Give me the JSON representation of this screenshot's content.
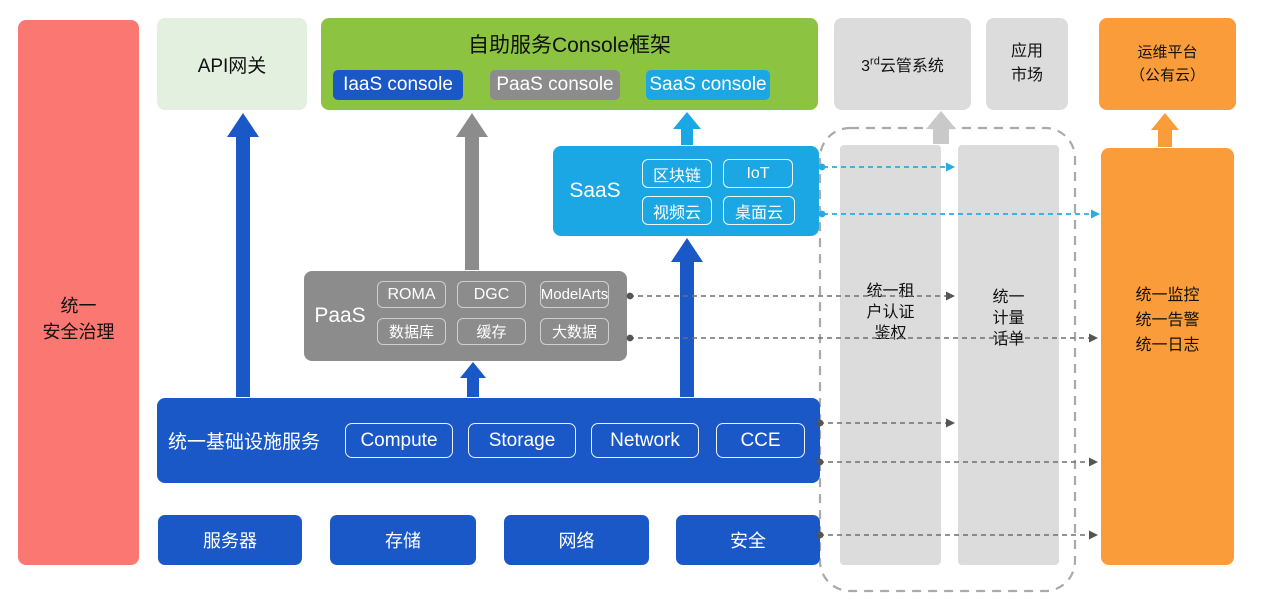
{
  "diagram": {
    "security_bar": {
      "lines": [
        "统一",
        "安全治理"
      ]
    },
    "api_gateway": {
      "label": "API网关"
    },
    "console_frame": {
      "title": "自助服务Console框架",
      "consoles": [
        {
          "label": "IaaS console",
          "color": "#1a58c8"
        },
        {
          "label": "PaaS console",
          "color": "#8c8c8c"
        },
        {
          "label": "SaaS console",
          "color": "#1ba7e3"
        }
      ]
    },
    "third_party": {
      "prefix": "3",
      "sup": "rd",
      "suffix": "云管系统"
    },
    "app_market": {
      "lines": [
        "应用",
        "市场"
      ]
    },
    "ops_platform": {
      "lines": [
        "运维平台",
        "（公有云）"
      ]
    },
    "saas": {
      "label": "SaaS",
      "services": [
        "区块链",
        "IoT",
        "视频云",
        "桌面云"
      ]
    },
    "paas": {
      "label": "PaaS",
      "services": [
        "ROMA",
        "DGC",
        "ModelArts",
        "数据库",
        "缓存",
        "大数据"
      ]
    },
    "iaas": {
      "label": "统一基础设施服务",
      "services": [
        "Compute",
        "Storage",
        "Network",
        "CCE"
      ]
    },
    "hardware": [
      "服务器",
      "存储",
      "网络",
      "安全"
    ],
    "tenant_auth": {
      "lines": [
        "统一租",
        "户认证",
        "鉴权"
      ]
    },
    "metering": {
      "lines": [
        "统一",
        "计量",
        "话单"
      ]
    },
    "monitoring": {
      "lines": [
        "统一监控",
        "统一告警",
        "统一日志"
      ]
    },
    "colors": {
      "security_red": "#fa7772",
      "api_light_green": "#e3f0df",
      "console_green": "#8cc442",
      "primary_blue": "#1a58c8",
      "saas_cyan": "#1ba7e3",
      "paas_gray": "#8c8c8c",
      "light_gray_box": "#dcdcdc",
      "orange": "#f99c39",
      "dashed_gray": "#6e6e6e",
      "dashed_border": "#aaaaaa"
    }
  }
}
